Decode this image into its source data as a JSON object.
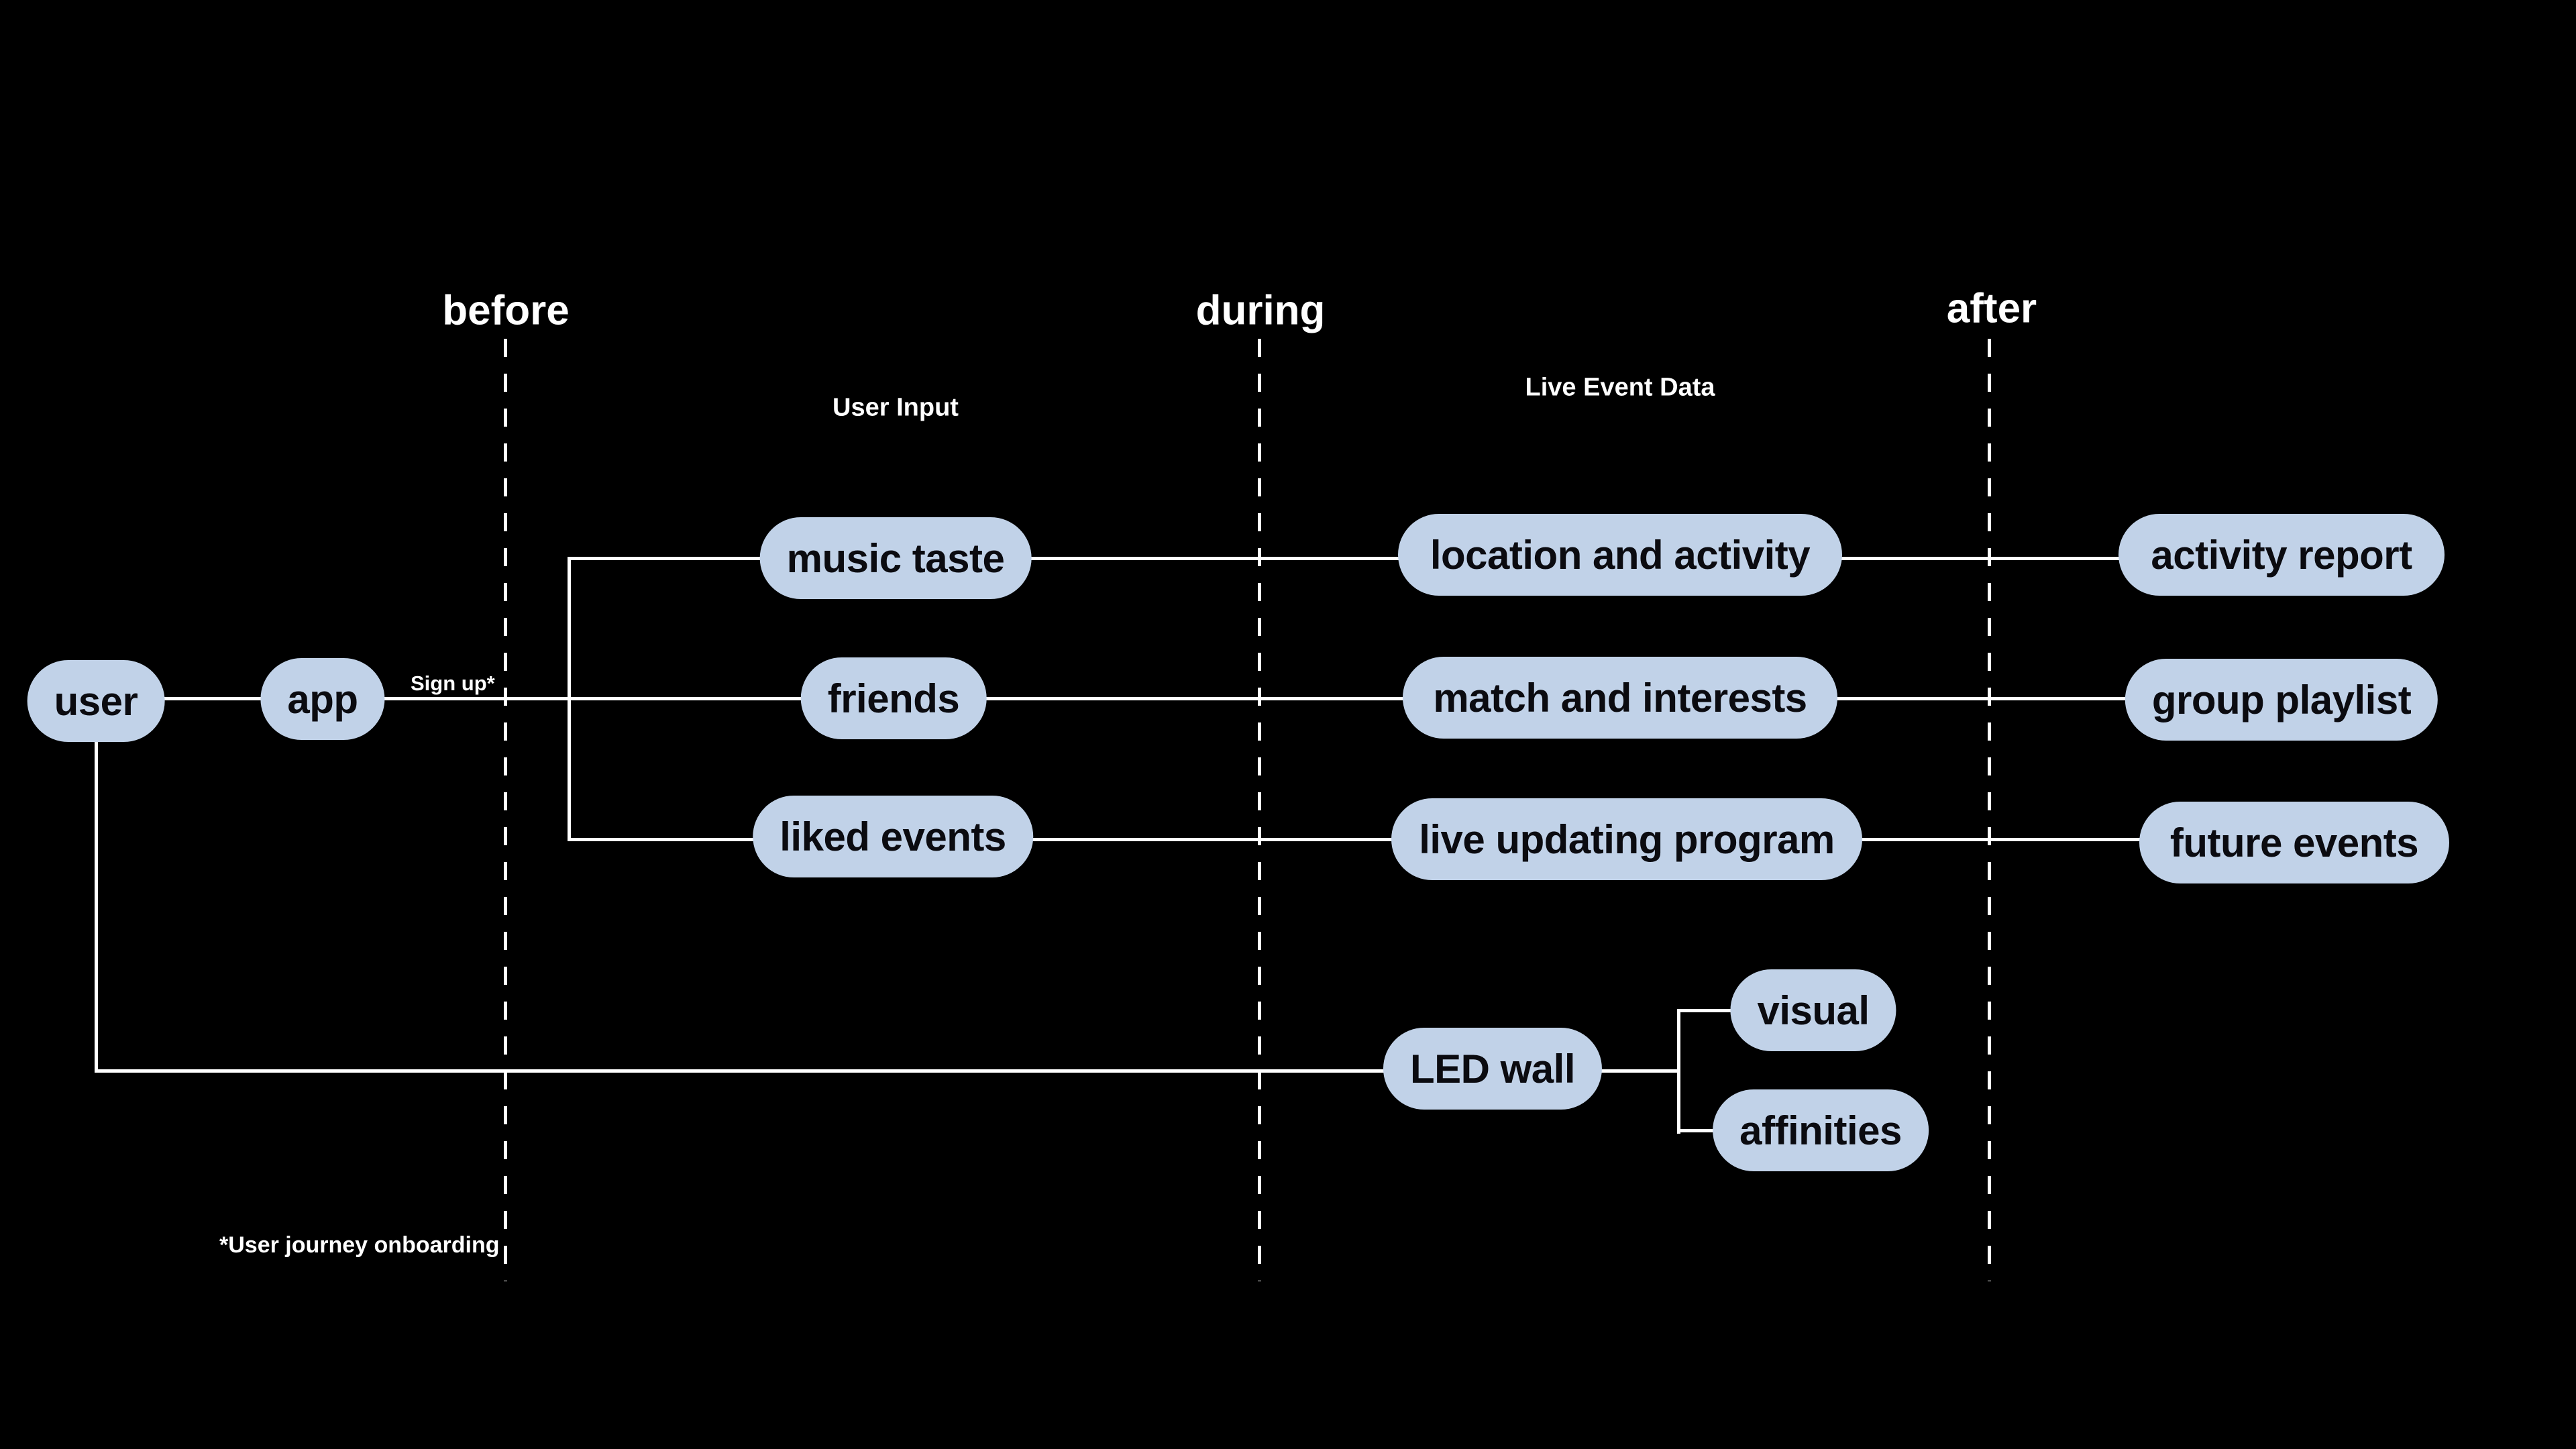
{
  "colors": {
    "background": "#000000",
    "line": "#ffffff",
    "pill_fill": "#c1d2e8",
    "pill_text": "#0b0b10",
    "label_text": "#ffffff"
  },
  "phase_labels": [
    {
      "label": "before"
    },
    {
      "label": "during"
    },
    {
      "label": "after"
    }
  ],
  "column_labels": [
    {
      "label": "User Input"
    },
    {
      "label": "Live Event Data"
    }
  ],
  "annotations": {
    "sign_up": "Sign up*",
    "footnote": "*User journey onboarding"
  },
  "nodes": {
    "user": {
      "label": "user"
    },
    "app": {
      "label": "app"
    },
    "music_taste": {
      "label": "music taste"
    },
    "friends": {
      "label": "friends"
    },
    "liked_events": {
      "label": "liked events"
    },
    "location_activity": {
      "label": "location and activity"
    },
    "match_interests": {
      "label": "match and interests"
    },
    "live_program": {
      "label": "live updating program"
    },
    "activity_report": {
      "label": "activity report"
    },
    "group_playlist": {
      "label": "group playlist"
    },
    "future_events": {
      "label": "future events"
    },
    "led_wall": {
      "label": "LED wall"
    },
    "visual": {
      "label": "visual"
    },
    "affinities": {
      "label": "affinities"
    }
  }
}
